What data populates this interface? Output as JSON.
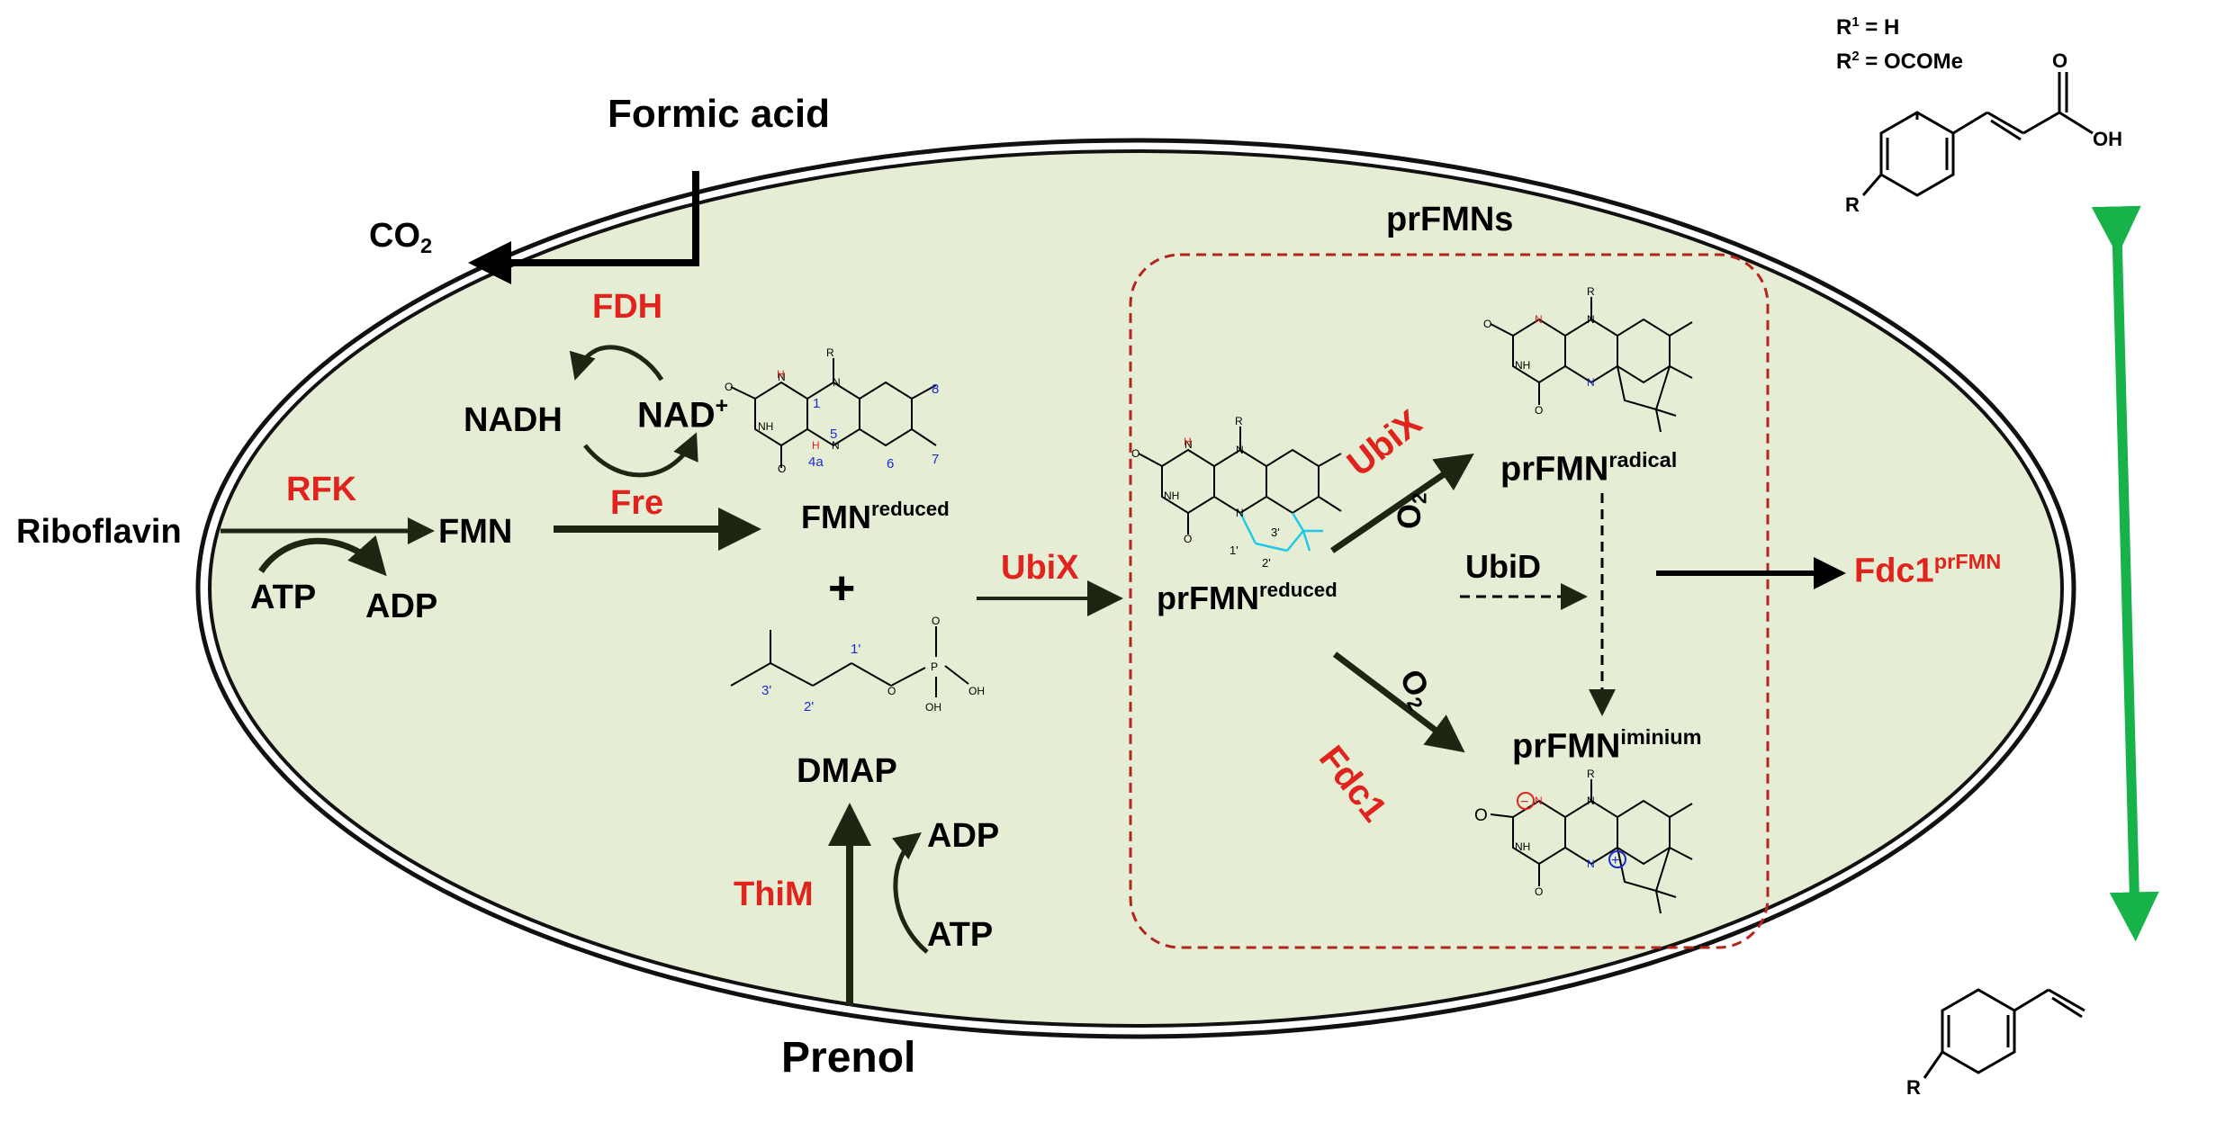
{
  "outside": {
    "formic_acid": "Formic acid",
    "co2_main": "CO",
    "co2_sub": "2",
    "riboflavin": "Riboflavin",
    "prenol": "Prenol"
  },
  "cofactors": {
    "nadh": "NADH",
    "nad_main": "NAD",
    "nad_sup": "+",
    "atp": "ATP",
    "adp": "ADP",
    "o2_main": "O",
    "o2_sub": "2"
  },
  "enzymes": {
    "fdh": "FDH",
    "rfk": "RFK",
    "fre": "Fre",
    "ubix": "UbiX",
    "thim": "ThiM",
    "fdc1": "Fdc1",
    "ubid": "UbiD"
  },
  "compounds": {
    "fmn": "FMN",
    "fmn_reduced_main": "FMN",
    "fmn_reduced_sup": "reduced",
    "plus": "+",
    "dmap": "DMAP",
    "prfmns": "prFMNs",
    "prfmn_main": "prFMN",
    "reduced_sup": "reduced",
    "radical_sup": "radical",
    "iminium_sup": "iminium",
    "fdc1_prfmn_main": "Fdc1",
    "fdc1_prfmn_sup": "prFMN"
  },
  "substrate": {
    "r1_main": "R",
    "r1_sup": "1",
    "r1_value": " = H",
    "r2_main": "R",
    "r2_sup": "2",
    "r2_value": " = OCOMe",
    "r_label": "R",
    "oh_label": "OH",
    "o_label": "O"
  },
  "atoms": {
    "N": "N",
    "NH": "NH",
    "H": "H",
    "O": "O",
    "OH": "OH",
    "P": "P",
    "R": "R",
    "n1": "1",
    "n4a": "4a",
    "n5": "5",
    "n6": "6",
    "n7": "7",
    "n8": "8",
    "p1": "1'",
    "p2": "2'",
    "p3": "3'",
    "minus": "−",
    "plus": "+"
  },
  "colors": {
    "cell_fill": "#e5eed4",
    "box_border": "#b3261e",
    "enzyme": "#e0231c",
    "arrow_dark": "#1c2612",
    "green_arrow": "#17b24a",
    "locant_blue": "#1a2ccf",
    "prenyl_cyan": "#21c8e8"
  }
}
